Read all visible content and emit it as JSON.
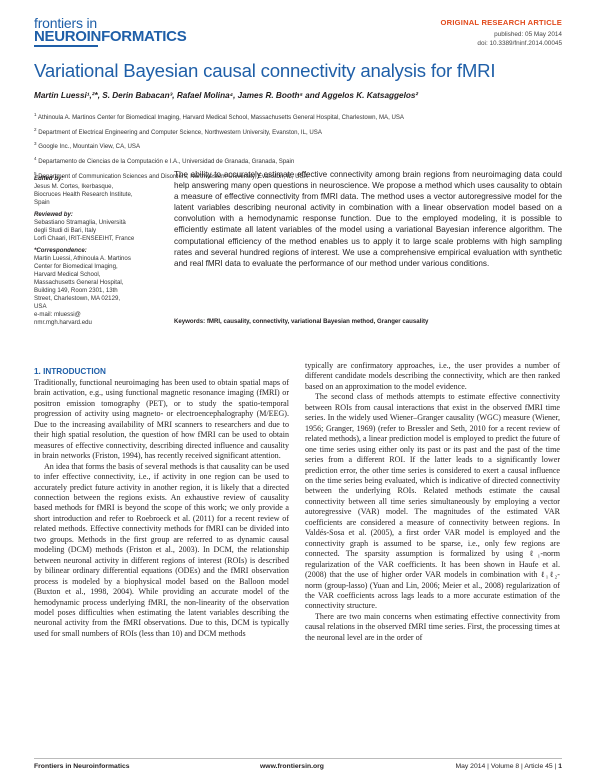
{
  "header": {
    "logo_line1": "frontiers in",
    "logo_line2": "NEUROINFORMATICS",
    "article_type": "ORIGINAL RESEARCH ARTICLE",
    "published": "published: 05 May 2014",
    "doi": "doi: 10.3389/fninf.2014.00045"
  },
  "title": "Variational Bayesian causal connectivity analysis for fMRI",
  "authors": "Martin Luessi¹,²*, S. Derin Babacan³, Rafael Molina⁴, James R. Booth⁵ and Aggelos K. Katsaggelos²",
  "affiliations": [
    {
      "num": "1",
      "text": "Athinoula A. Martinos Center for Biomedical Imaging, Harvard Medical School, Massachusetts General Hospital, Charlestown, MA, USA"
    },
    {
      "num": "2",
      "text": "Department of Electrical Engineering and Computer Science, Northwestern University, Evanston, IL, USA"
    },
    {
      "num": "3",
      "text": "Google Inc., Mountain View, CA, USA"
    },
    {
      "num": "4",
      "text": "Departamento de Ciencias de la Computación e I.A., Universidad de Granada, Granada, Spain"
    },
    {
      "num": "5",
      "text": "Department of Communication Sciences and Disorders, Northwestern University, Evanston, IL, USA"
    }
  ],
  "editorial": {
    "edited_by_label": "Edited by:",
    "edited_by": [
      "Jesus M. Cortes, Ikerbasque,",
      "Biocruces Health Research Institute,",
      "Spain"
    ],
    "reviewed_by_label": "Reviewed by:",
    "reviewed_by": [
      "Sebastiano Stramaglia, Università",
      "degli Studi di Bari, Italy",
      "Lorfi Chaari, IRIT-ENSEEIHT, France"
    ],
    "correspondence_label": "*Correspondence:",
    "correspondence": [
      "Martin Luessi, Athinoula A. Martinos",
      "Center for Biomedical Imaging,",
      "Harvard Medical School,",
      "Massachusetts General Hospital,",
      "Building 149, Room 2301, 13th",
      "Street, Charlestown, MA 02129,",
      "USA"
    ],
    "email": [
      "e-mail: mluessi@",
      "nmr.mgh.harvard.edu"
    ]
  },
  "abstract": "The ability to accurately estimate effective connectivity among brain regions from neuroimaging data could help answering many open questions in neuroscience. We propose a method which uses causality to obtain a measure of effective connectivity from fMRI data. The method uses a vector autoregressive model for the latent variables describing neuronal activity in combination with a linear observation model based on a convolution with a hemodynamic response function. Due to the employed modeling, it is possible to efficiently estimate all latent variables of the model using a variational Bayesian inference algorithm. The computational efficiency of the method enables us to apply it to large scale problems with high sampling rates and several hundred regions of interest. We use a comprehensive empirical evaluation with synthetic and real fMRI data to evaluate the performance of our method under various conditions.",
  "keywords_label": "Keywords:",
  "keywords": "fMRI, causality, connectivity, variational Bayesian method, Granger causality",
  "section_heading": "1. INTRODUCTION",
  "body": {
    "left_p1": "Traditionally, functional neuroimaging has been used to obtain spatial maps of brain activation, e.g., using functional magnetic resonance imaging (fMRI) or positron emission tomography (PET), or to study the spatio-temporal progression of activity using magneto- or electroencephalography (M/EEG). Due to the increasing availability of MRI scanners to researchers and due to their high spatial resolution, the question of how fMRI can be used to obtain measures of effective connectivity, describing directed influence and causality in brain networks (Friston, 1994), has recently received significant attention.",
    "left_p2": "An idea that forms the basis of several methods is that causality can be used to infer effective connectivity, i.e., if activity in one region can be used to accurately predict future activity in another region, it is likely that a directed connection between the regions exists. An exhaustive review of causality based methods for fMRI is beyond the scope of this work; we only provide a short introduction and refer to Roebroeck et al. (2011) for a recent review of related methods. Effective connectivity methods for fMRI can be divided into two groups. Methods in the first group are referred to as dynamic causal modeling (DCM) methods (Friston et al., 2003). In DCM, the relationship between neuronal activity in different regions of interest (ROIs) is described by bilinear ordinary differential equations (ODEs) and the fMRI observation process is modeled by a biophysical model based on the Balloon model (Buxton et al., 1998, 2004). While providing an accurate model of the hemodynamic process underlying fMRI, the non-linearity of the observation model poses difficulties when estimating the latent variables describing the neuronal activity from the fMRI observations. Due to this, DCM is typically used for small numbers of ROIs (less than 10) and DCM methods",
    "right_p1": "typically are confirmatory approaches, i.e., the user provides a number of different candidate models describing the connectivity, which are then ranked based on an approximation to the model evidence.",
    "right_p2": "The second class of methods attempts to estimate effective connectivity between ROIs from causal interactions that exist in the observed fMRI time series. In the widely used Wiener–Granger causality (WGC) measure (Wiener, 1956; Granger, 1969) (refer to Bressler and Seth, 2010 for a recent review of related methods), a linear prediction model is employed to predict the future of one time series using either only its past or its past and the past of the time series from a different ROI. If the latter leads to a significantly lower prediction error, the other time series is considered to exert a causal influence on the time series being evaluated, which is indicative of directed connectivity between the underlying ROIs. Related methods estimate the causal connectivity between all time series simultaneously by employing a vector autoregressive (VAR) model. The magnitudes of the estimated VAR coefficients are considered a measure of connectivity between regions. In Valdés-Sosa et al. (2005), a first order VAR model is employed and the connectivity graph is assumed to be sparse, i.e., only few regions are connected. The sparsity assumption is formalized by using ℓ₁-norm regularization of the VAR coefficients. It has been shown in Haufe et al. (2008) that the use of higher order VAR models in combination with ℓ₁ℓ₂-norm (group-lasso) (Yuan and Lin, 2006; Meier et al., 2008) regularization of the VAR coefficients across lags leads to a more accurate estimation of the connectivity structure.",
    "right_p3": "There are two main concerns when estimating effective connectivity from causal relations in the observed fMRI time series. First, the processing times at the neuronal level are in the order of"
  },
  "footer": {
    "journal": "Frontiers in Neuroinformatics",
    "url": "www.frontiersin.org",
    "info_prefix": "May 2014 | Volume 8 | Article 45 | ",
    "page": "1"
  }
}
